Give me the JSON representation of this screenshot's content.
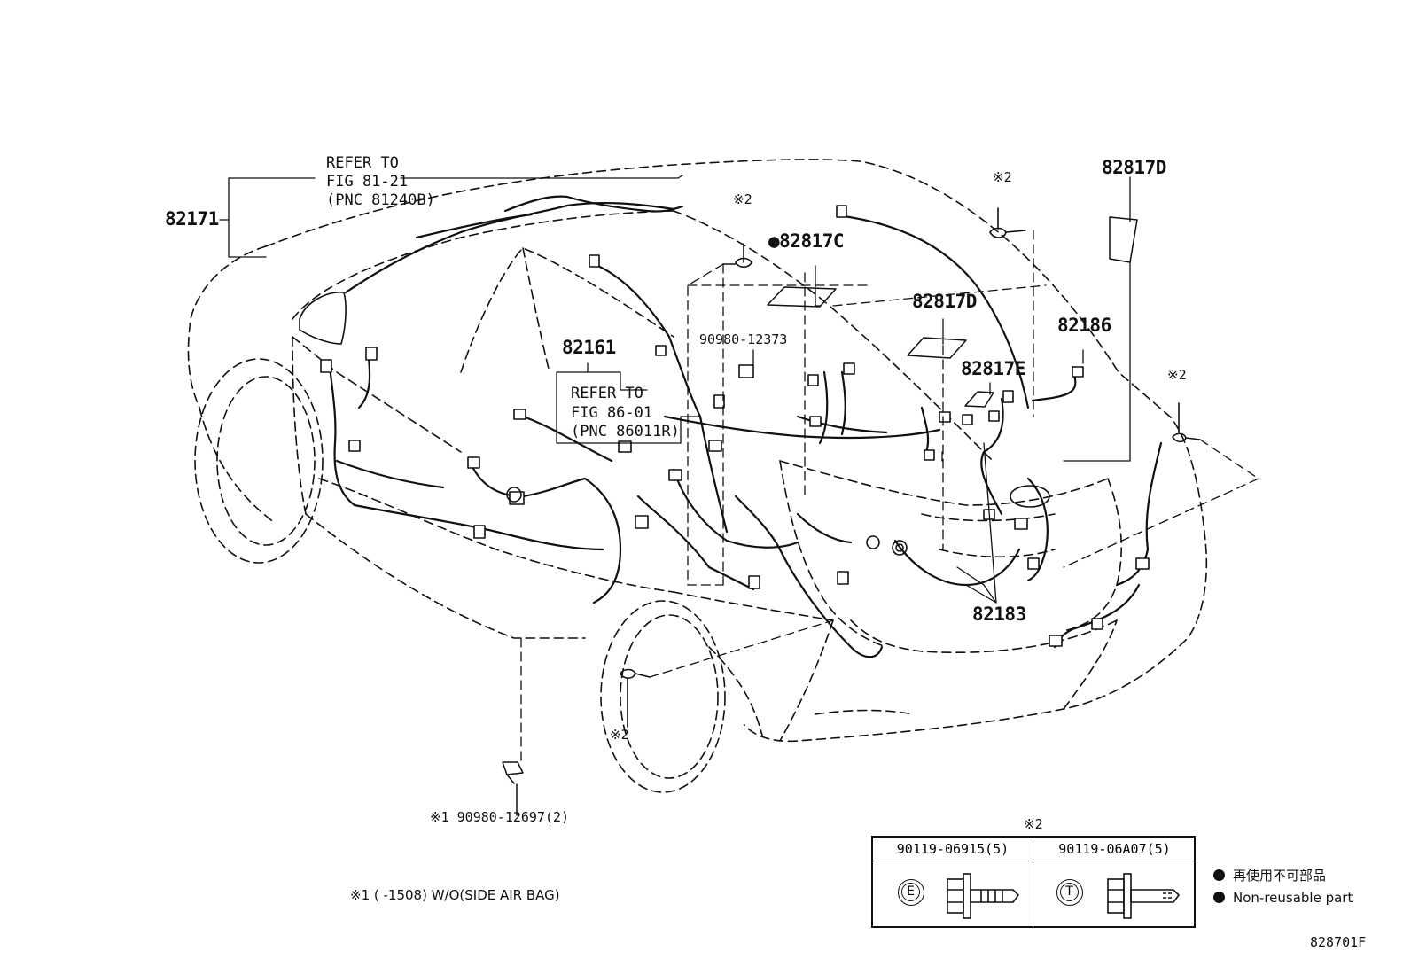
{
  "labels": {
    "refer_81_line1": "REFER TO",
    "refer_81_line2": "FIG 81-21",
    "refer_81_line3": "(PNC 81240B)",
    "part_82171": "82171",
    "mark2_top_center": "※2",
    "part_82817C": "82817C",
    "part_82817C_mark": "●",
    "mark2_top_right": "※2",
    "part_82817D_top": "82817D",
    "part_90980_12373": "90980-12373",
    "part_82817D_mid": "82817D",
    "part_82161": "82161",
    "part_82186": "82186",
    "part_82817E": "82817E",
    "mark2_right": "※2",
    "refer_86_line1": "REFER TO",
    "refer_86_line2": "FIG 86-01",
    "refer_86_line3": "(PNC 86011R)",
    "part_82183": "82183",
    "mark2_bottom": "※2",
    "part_90980_12697": "※1 90980-12697(2)",
    "note_w_o_side_airbag": "※1 (      -1508) W/O(SIDE AIR BAG)",
    "figure_code": "828701F"
  },
  "bolt_table": {
    "title": "※2",
    "col1_header": "90119-06915(5)",
    "col2_header": "90119-06A07(5)",
    "col1_mark": "E",
    "col2_mark": "T"
  },
  "legend": {
    "line1": "再使用不可部品",
    "line2": "Non-reusable part"
  }
}
